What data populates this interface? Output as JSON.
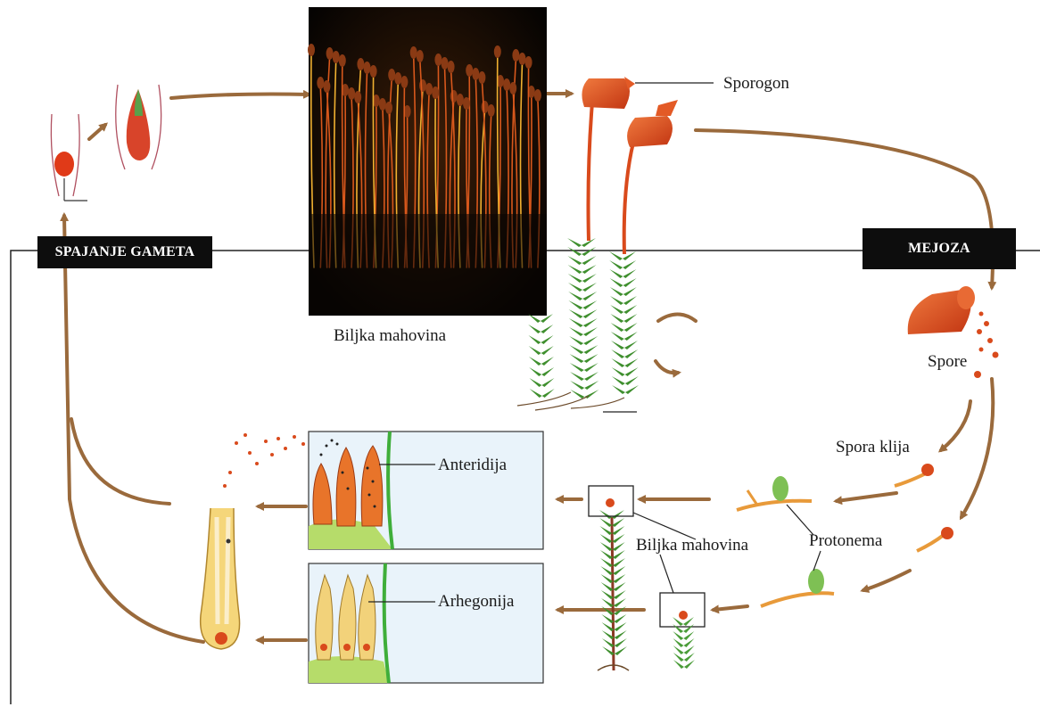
{
  "labels": {
    "sporogon": "Sporogon",
    "biljka_mahovina_top": "Biljka mahovina",
    "spore": "Spore",
    "spora_klija": "Spora klija",
    "protonema": "Protonema",
    "biljka_mahovina_mid": "Biljka mahovina",
    "anteridija": "Anteridija",
    "arhegonija": "Arhegonija"
  },
  "stages": {
    "fertilization": "SPAJANJE GAMETA",
    "meiosis": "MEJOZA"
  },
  "colors": {
    "arrow": "#9a6a3c",
    "sporophyte": "#d94a1c",
    "leaf": "#3f8f2e",
    "panel_bg": "#e9f3fa",
    "badge_bg": "#0d0d0d"
  }
}
